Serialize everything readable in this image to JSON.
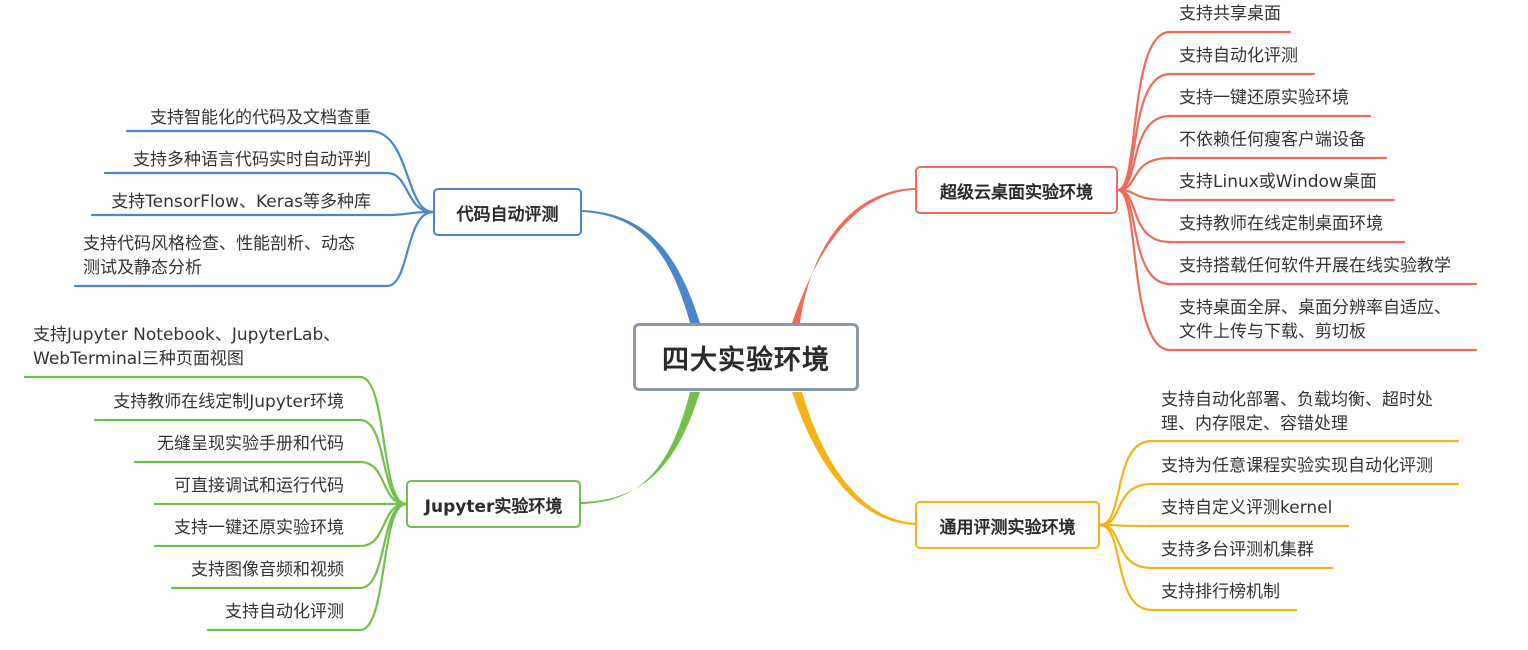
{
  "center": {
    "label": "四大实验环境"
  },
  "colors": {
    "blue": "#4a86c8",
    "green": "#72c04c",
    "red": "#ef6b5a",
    "yellow": "#f2b416",
    "center_border": "#8a97a6"
  },
  "branches": {
    "code_eval": {
      "label": "代码自动评测",
      "items": [
        "支持智能化的代码及文档查重",
        "支持多种语言代码实时自动评判",
        "支持TensorFlow、Keras等多种库",
        "支持代码风格检查、性能剖析、动态\n测试及静态分析"
      ]
    },
    "jupyter": {
      "label": "Jupyter实验环境",
      "items": [
        "支持Jupyter Notebook、JupyterLab、\nWebTerminal三种页面视图",
        "支持教师在线定制Jupyter环境",
        "无缝呈现实验手册和代码",
        "可直接调试和运行代码",
        "支持一键还原实验环境",
        "支持图像音频和视频",
        "支持自动化评测"
      ]
    },
    "cloud_desktop": {
      "label": "超级云桌面实验环境",
      "items": [
        "支持共享桌面",
        "支持自动化评测",
        "支持一键还原实验环境",
        "不依赖任何瘦客户端设备",
        "支持Linux或Window桌面",
        "支持教师在线定制桌面环境",
        "支持搭载任何软件开展在线实验教学",
        "支持桌面全屏、桌面分辨率自适应、\n文件上传与下载、剪切板"
      ]
    },
    "general_eval": {
      "label": "通用评测实验环境",
      "items": [
        "支持自动化部署、负载均衡、超时处\n理、内存限定、容错处理",
        "支持为任意课程实验实现自动化评测",
        "支持自定义评测kernel",
        "支持多台评测机集群",
        "支持排行榜机制"
      ]
    }
  }
}
